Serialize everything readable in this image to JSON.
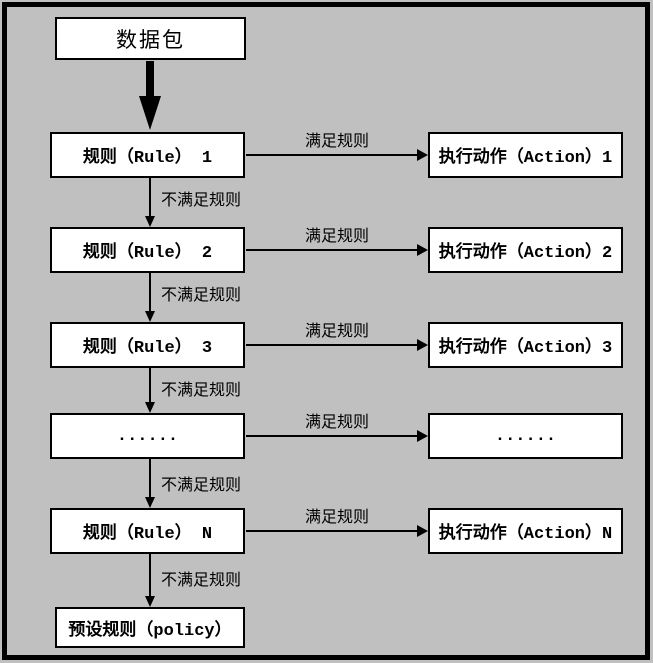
{
  "colors": {
    "background": "#c0c0c0",
    "box_fill": "#ffffff",
    "line": "#000000"
  },
  "packet": {
    "label": "数据包"
  },
  "rows": [
    {
      "rule": "规则（Rule） 1",
      "action": "执行动作（Action）1",
      "match_label": "满足规则",
      "no_match_label": "不满足规则"
    },
    {
      "rule": "规则（Rule） 2",
      "action": "执行动作（Action）2",
      "match_label": "满足规则",
      "no_match_label": "不满足规则"
    },
    {
      "rule": "规则（Rule） 3",
      "action": "执行动作（Action）3",
      "match_label": "满足规则",
      "no_match_label": "不满足规则"
    },
    {
      "rule": "......",
      "action": "......",
      "match_label": "满足规则",
      "no_match_label": "不满足规则"
    },
    {
      "rule": "规则（Rule） N",
      "action": "执行动作（Action）N",
      "match_label": "满足规则",
      "no_match_label": "不满足规则"
    }
  ],
  "default_rule": {
    "label": "预设规则（policy）"
  }
}
